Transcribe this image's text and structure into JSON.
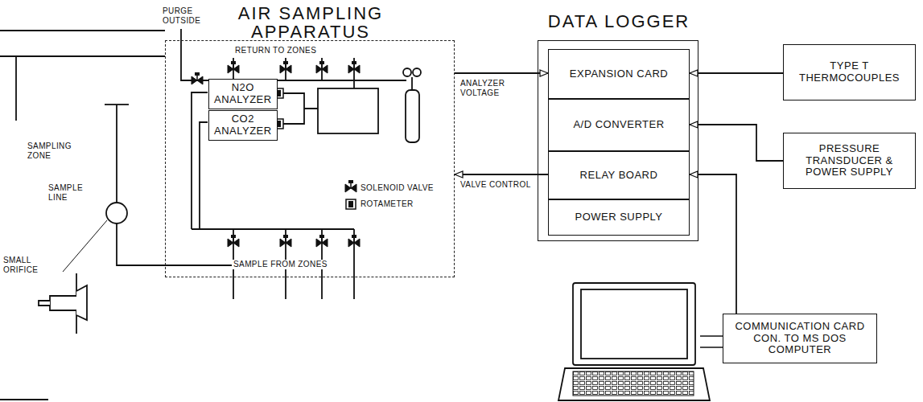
{
  "diagram": {
    "nodes": [
      {
        "text": [
          "AIR SAMPLING APPARATUS"
        ]
      },
      {
        "text": [
          "N2O ANALYZER"
        ],
        "in": 0
      },
      {
        "text": [
          "CO2 ANALYZER"
        ],
        "in": 0
      },
      {
        "text": [
          "DATA LOGGER"
        ]
      },
      {
        "text": [
          "EXPANSION CARD"
        ],
        "in": 3
      },
      {
        "text": [
          "A/D CONVERTER"
        ],
        "in": 3
      },
      {
        "text": [
          "RELAY BOARD"
        ],
        "in": 3
      },
      {
        "text": [
          "POWER SUPPLY"
        ],
        "in": 3
      },
      {
        "text": [
          "TYPE T THERMOCOUPLES"
        ]
      },
      {
        "text": [
          "PRESSURE TRANSDUCER & POWER SUPPLY"
        ]
      },
      {
        "text": [
          "COMMUNICATION CARD CON. TO MS DOS COMPUTER"
        ]
      }
    ],
    "edges": [
      {
        "from": 0,
        "to": 4,
        "arrow": "to",
        "label": "ANALYZER VOLTAGE"
      },
      {
        "from": 6,
        "to": 0,
        "arrow": "to",
        "label": "VALVE CONTROL"
      },
      {
        "from": 8,
        "to": 4,
        "arrow": "to"
      },
      {
        "from": 9,
        "to": 5,
        "arrow": "to"
      },
      {
        "from": 10,
        "to": 6,
        "arrow": "to"
      }
    ],
    "labels": [
      "PURGE OUTSIDE",
      "RETURN TO ZONES",
      "SAMPLE FROM ZONES",
      "SAMPLING ZONE",
      "SAMPLE LINE",
      "SMALL ORIFICE"
    ],
    "legend": [
      {
        "text": "SOLENOID VALVE"
      },
      {
        "text": "ROTAMETER"
      }
    ]
  }
}
